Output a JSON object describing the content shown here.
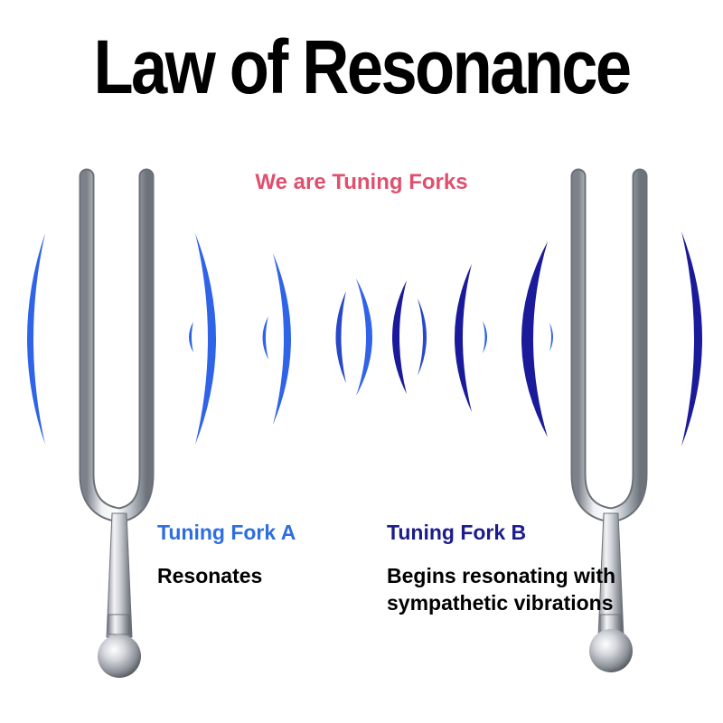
{
  "title": "Law of Resonance",
  "subtitle": "We are Tuning Forks",
  "fork_a": {
    "name": "Tuning Fork A",
    "state": "Resonates"
  },
  "fork_b": {
    "name": "Tuning Fork B",
    "state": "Begins resonating with sympathetic vibrations"
  },
  "colors": {
    "subtitle": "#e0506e",
    "fork_a_label": "#2e6ee0",
    "fork_b_label": "#1c1c8c",
    "wave_light": "#2f63e8",
    "wave_dark": "#1a1a9a",
    "metal": "#c8ccd2"
  }
}
